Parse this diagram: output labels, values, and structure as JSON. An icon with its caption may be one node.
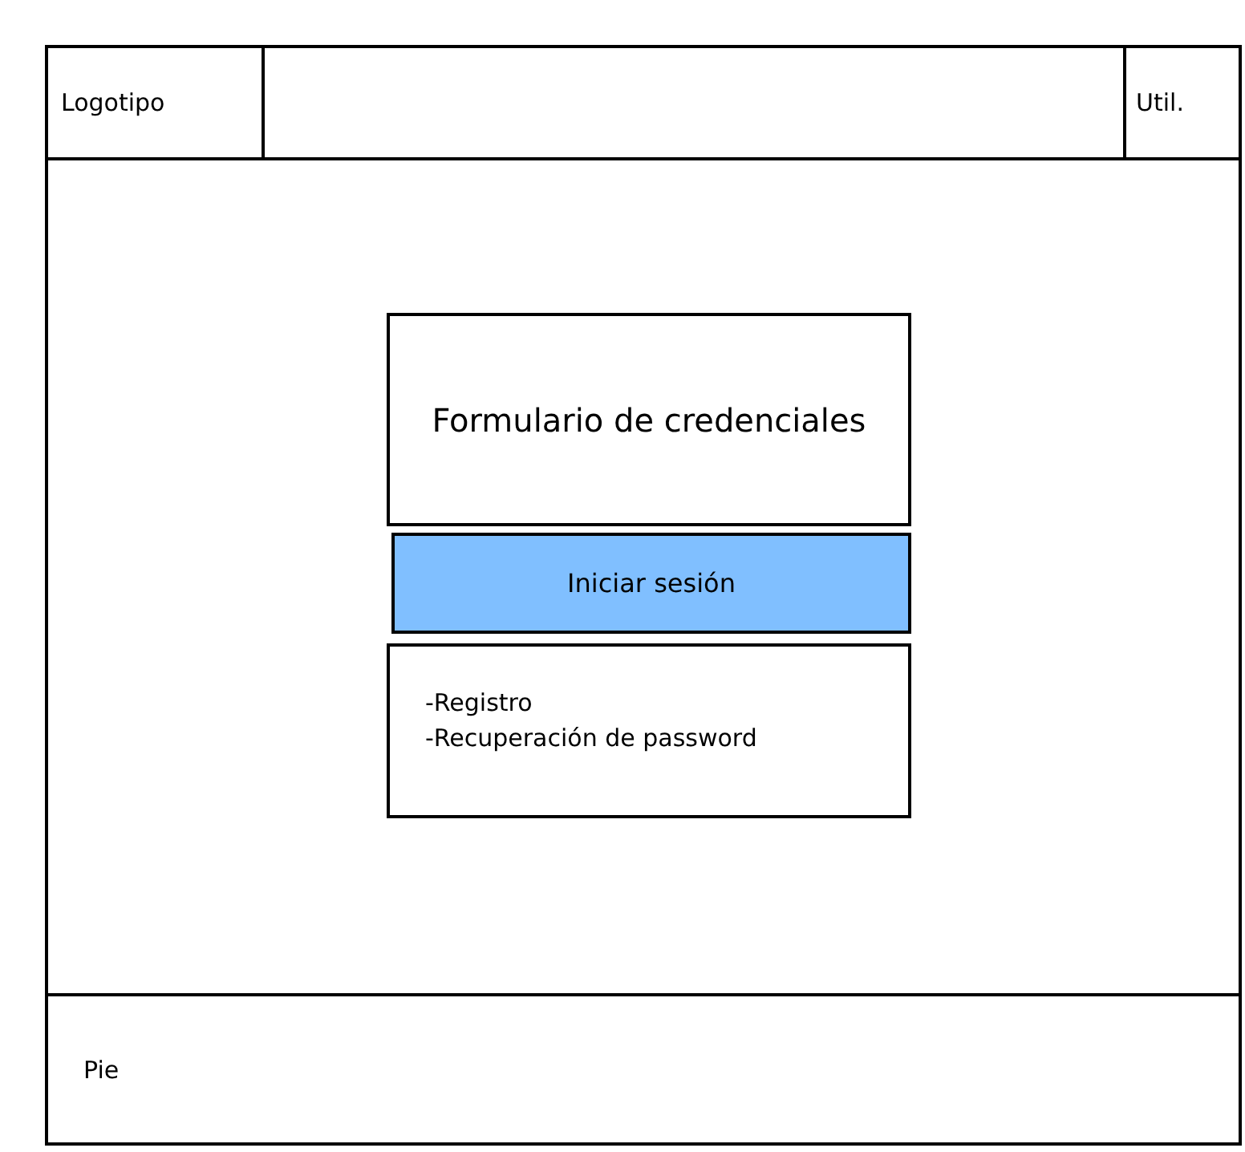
{
  "diagram": {
    "nodes": [
      {
        "text": [],
        "shape": "box"
      },
      {
        "text": [],
        "shape": "box",
        "in": 0
      },
      {
        "text": [
          "Logotipo"
        ],
        "in": 1
      },
      {
        "text": [
          "Util."
        ],
        "in": 1
      },
      {
        "text": [
          "Formulario de credenciales"
        ],
        "in": 0
      },
      {
        "text": [
          "Iniciar sesión"
        ],
        "in": 0
      },
      {
        "text": [
          "-Registro",
          "-Recuperación de password"
        ],
        "in": 0
      },
      {
        "text": [
          "Pie"
        ],
        "in": 0
      }
    ]
  }
}
